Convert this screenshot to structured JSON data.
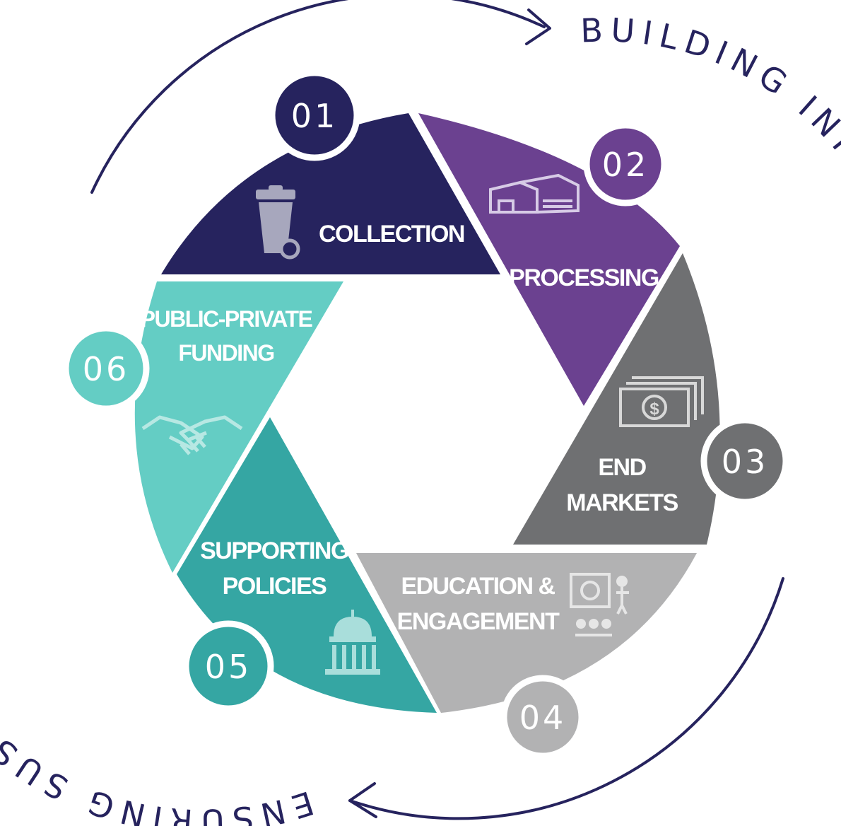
{
  "outer_text": {
    "top_right": "BUILDING INFRASTRUCTURE",
    "left_bottom": "ENSURING SUSTAINABLE SYSTEM"
  },
  "segments": [
    {
      "number": "01",
      "label_lines": [
        "COLLECTION"
      ],
      "icon": "trash-bin-icon",
      "color": "#26235e"
    },
    {
      "number": "02",
      "label_lines": [
        "PROCESSING"
      ],
      "icon": "factory-icon",
      "color": "#6b4190"
    },
    {
      "number": "03",
      "label_lines": [
        "END",
        "MARKETS"
      ],
      "icon": "money-stack-icon",
      "color": "#6f7072"
    },
    {
      "number": "04",
      "label_lines": [
        "EDUCATION &",
        "ENGAGEMENT"
      ],
      "icon": "presentation-icon",
      "color": "#b2b2b3"
    },
    {
      "number": "05",
      "label_lines": [
        "SUPPORTING",
        "POLICIES"
      ],
      "icon": "capitol-icon",
      "color": "#35a6a3"
    },
    {
      "number": "06",
      "label_lines": [
        "PUBLIC-PRIVATE",
        "FUNDING"
      ],
      "icon": "handshake-icon",
      "color": "#64cdc4"
    }
  ],
  "colors": {
    "arc": "#26235e",
    "background": "#ffffff"
  }
}
